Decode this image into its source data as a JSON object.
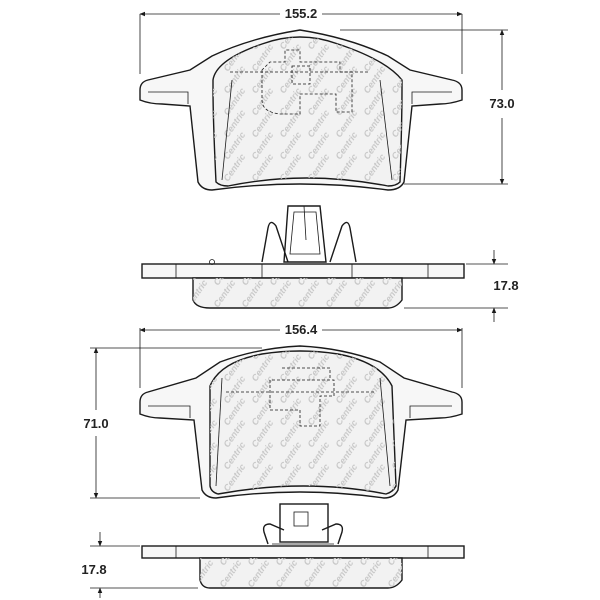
{
  "diagram": {
    "top_pad": {
      "width_label": "155.2",
      "height_label": "73.0",
      "thickness_label": "17.8"
    },
    "bottom_pad": {
      "width_label": "156.4",
      "height_label": "71.0",
      "thickness_label": "17.8"
    },
    "watermark_text": "Centric"
  }
}
